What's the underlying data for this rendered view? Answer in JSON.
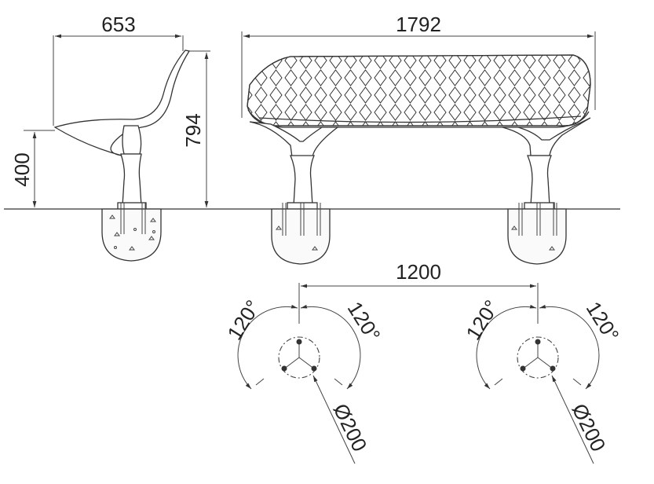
{
  "dimensions": {
    "seat_depth": "653",
    "total_height": "794",
    "seat_height": "400",
    "bench_length": "1792",
    "post_spacing": "1200",
    "angle_left_1": "120°",
    "angle_right_1": "120°",
    "angle_left_2": "120°",
    "angle_right_2": "120°",
    "anchor_diameter_1": "Ø200",
    "anchor_diameter_2": "Ø200"
  },
  "colors": {
    "line": "#333333",
    "background": "#ffffff"
  }
}
